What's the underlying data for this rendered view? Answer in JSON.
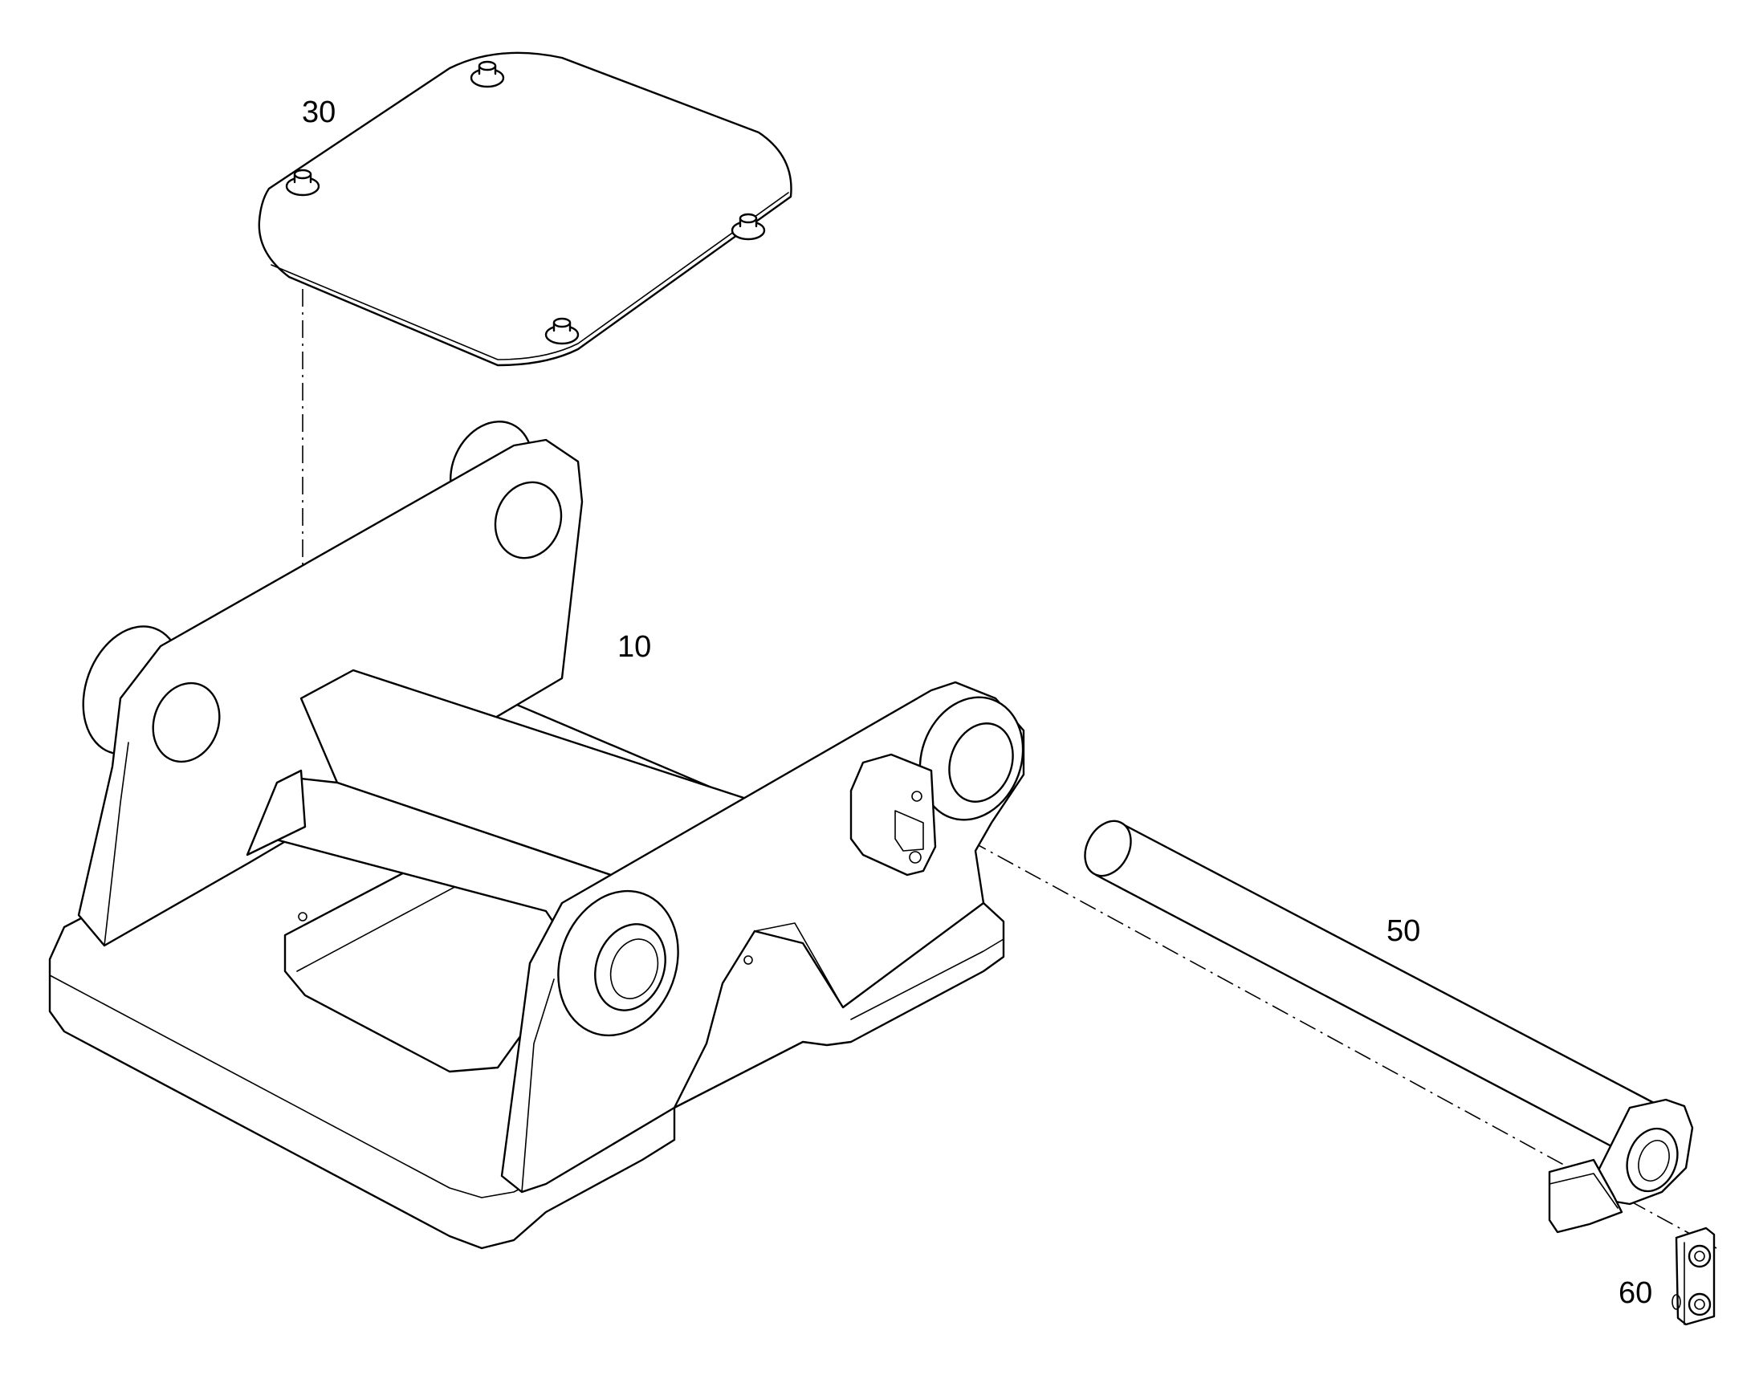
{
  "diagram": {
    "parts": [
      {
        "id": "frame",
        "label": "10"
      },
      {
        "id": "cover-plate",
        "label": "30"
      },
      {
        "id": "pin",
        "label": "50"
      },
      {
        "id": "retainer",
        "label": "60"
      }
    ]
  }
}
